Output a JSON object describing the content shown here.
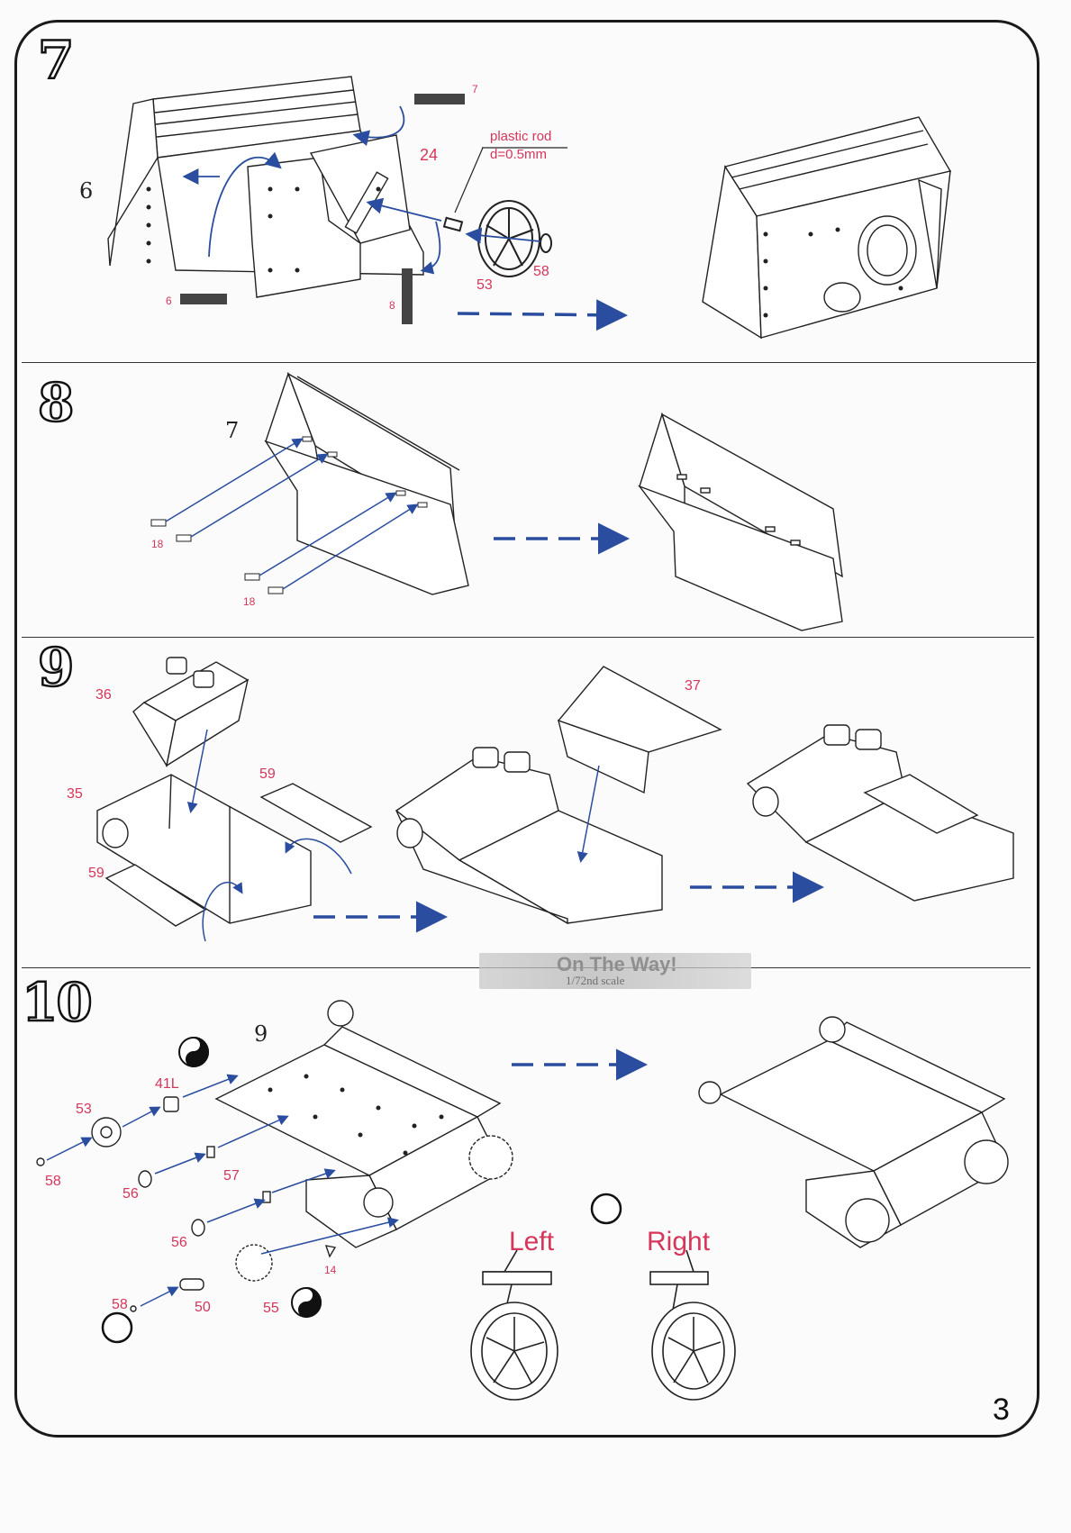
{
  "steps": [
    {
      "number": "7",
      "labels": {
        "plastic_rod": "plastic rod",
        "rod_diameter": "d=0.5mm",
        "p24": "24",
        "p53": "53",
        "p58": "58",
        "p7": "7",
        "p6": "6",
        "p8": "8",
        "ref": "6"
      }
    },
    {
      "number": "8",
      "labels": {
        "ref": "7",
        "p18a": "18",
        "p18b": "18"
      }
    },
    {
      "number": "9",
      "labels": {
        "p36": "36",
        "p35": "35",
        "p59a": "59",
        "p59b": "59",
        "p37": "37"
      }
    },
    {
      "number": "10",
      "labels": {
        "ref": "9",
        "p41L": "41L",
        "p53": "53",
        "p58a": "58",
        "p56a": "56",
        "p57": "57",
        "p56b": "56",
        "p58b": "58",
        "p50": "50",
        "p55": "55",
        "p14": "14",
        "left": "Left",
        "right": "Right"
      }
    }
  ],
  "watermark": {
    "title": "On The Way!",
    "scale": "1/72nd scale"
  },
  "page_number": "3",
  "colors": {
    "part_label": "#d6365a",
    "arrow": "#2a4da0",
    "line": "#222222"
  }
}
